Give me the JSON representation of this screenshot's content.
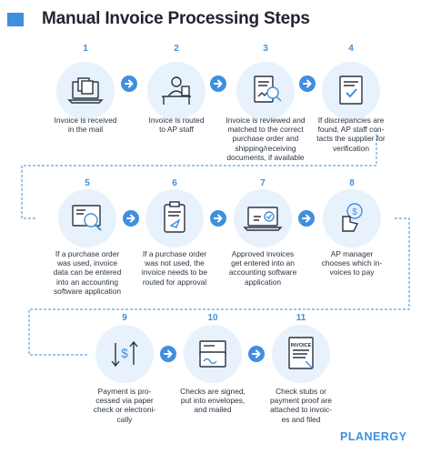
{
  "title": "Manual Invoice Processing Steps",
  "brand": "PLANERGY",
  "colors": {
    "accent": "#3f8fde",
    "circle_bg": "#e8f2fc",
    "text": "#2b3440"
  },
  "steps": [
    {
      "number": "1",
      "icon": "laptop-mail-icon",
      "lines": [
        "Invoice is received",
        "in the mail"
      ]
    },
    {
      "number": "2",
      "icon": "staff-desk-icon",
      "lines": [
        "Invoice is routed",
        "to AP staff"
      ]
    },
    {
      "number": "3",
      "icon": "document-review-icon",
      "lines": [
        "Invoice is reviewed and",
        "matched to the correct",
        "purchase order and",
        "shipping/receiving",
        "documents, if available"
      ]
    },
    {
      "number": "4",
      "icon": "verify-document-icon",
      "lines": [
        "If discrepancies are",
        "found, AP staff con-",
        "tacts the supplier for",
        "verification"
      ]
    },
    {
      "number": "5",
      "icon": "data-entry-search-icon",
      "lines": [
        "If a purchase order",
        "was used, invoice",
        "data can be entered",
        "into an accounting",
        "software application"
      ]
    },
    {
      "number": "6",
      "icon": "clipboard-routing-icon",
      "lines": [
        "If a purchase order",
        "was not used, the",
        "invoice needs to be",
        "routed for approval"
      ]
    },
    {
      "number": "7",
      "icon": "laptop-approved-icon",
      "lines": [
        "Approved invoices",
        "get entered into an",
        "accounting software",
        "application"
      ]
    },
    {
      "number": "8",
      "icon": "hand-select-icon",
      "lines": [
        "AP manager",
        "chooses which in-",
        "voices to pay"
      ]
    },
    {
      "number": "9",
      "icon": "payment-transfer-icon",
      "lines": [
        "Payment is pro-",
        "cessed via paper",
        "check or electroni-",
        "cally"
      ]
    },
    {
      "number": "10",
      "icon": "signed-checks-icon",
      "lines": [
        "Checks are signed,",
        "put into envelopes,",
        "and mailed"
      ]
    },
    {
      "number": "11",
      "icon": "invoice-filed-icon",
      "lines": [
        "Check stubs or",
        "payment proof are",
        "attached to invoic-",
        "es and filed"
      ],
      "icon_label": "INVOICE"
    }
  ]
}
